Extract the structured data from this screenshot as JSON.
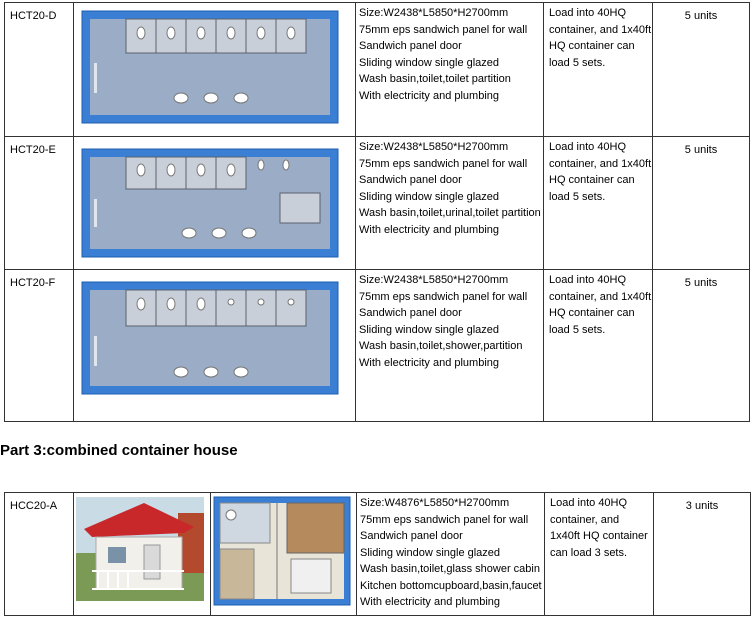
{
  "rows": [
    {
      "model": "HCT20-D",
      "specs": [
        "Size:W2438*L5850*H2700mm",
        "75mm eps sandwich panel for wall",
        "Sandwich panel door",
        "Sliding window single glazed",
        "Wash basin,toilet,toilet partition",
        "With electricity and plumbing"
      ],
      "loading": [
        "Load into 40HQ",
        "container, and 1x40ft",
        "HQ container can",
        "load 5 sets."
      ],
      "units": "5 units"
    },
    {
      "model": "HCT20-E",
      "specs": [
        "Size:W2438*L5850*H2700mm",
        "75mm eps sandwich panel for wall",
        "Sandwich panel door",
        "Sliding window single glazed",
        "Wash basin,toilet,urinal,toilet partition",
        "With electricity and plumbing"
      ],
      "loading": [
        "Load into 40HQ",
        "container, and 1x40ft",
        "HQ container can",
        "load 5 sets."
      ],
      "units": "5 units"
    },
    {
      "model": "HCT20-F",
      "specs": [
        "Size:W2438*L5850*H2700mm",
        "75mm eps sandwich panel for wall",
        "Sandwich panel door",
        "Sliding window single glazed",
        "Wash basin,toilet,shower,partition",
        "With electricity and plumbing"
      ],
      "loading": [
        "Load into 40HQ",
        "container, and 1x40ft",
        "HQ container can",
        "load 5 sets."
      ],
      "units": "5 units"
    }
  ],
  "section_title": "Part 3:combined container house",
  "combined": {
    "model": "HCC20-A",
    "specs": [
      "Size:W4876*L5850*H2700mm",
      "75mm eps sandwich panel for wall",
      "Sandwich panel door",
      "Sliding window single glazed",
      "Wash basin,toilet,glass shower cabin",
      "Kitchen bottomcupboard,basin,faucet",
      "With electricity and plumbing"
    ],
    "loading": [
      "Load into 40HQ",
      "container, and",
      "1x40ft HQ container",
      "can load 3 sets."
    ],
    "units": "3 units"
  },
  "colors": {
    "container_blue": "#2f6fc4",
    "floor": "#8aa0c0",
    "roof_red": "#c8282a"
  }
}
